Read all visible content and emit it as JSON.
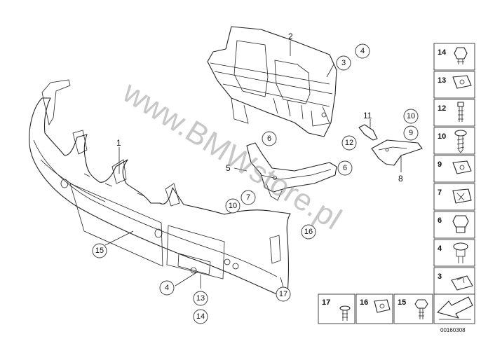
{
  "watermark": "www.BMWstore.pl",
  "document_id": "00160308",
  "labels": {
    "l1": "1",
    "l2": "2",
    "l5": "5",
    "l8": "8",
    "l11": "11"
  },
  "callouts": {
    "c3": "3",
    "c4a": "4",
    "c4b": "4",
    "c6a": "6",
    "c6b": "6",
    "c7": "7",
    "c9": "9",
    "c10a": "10",
    "c10b": "10",
    "c12": "12",
    "c13": "13",
    "c14": "14",
    "c15": "15",
    "c16": "16",
    "c17": "17"
  },
  "legend_right": [
    "14",
    "13",
    "12",
    "10",
    "9",
    "7",
    "6",
    "4",
    "3"
  ],
  "legend_bottom": [
    "17",
    "16",
    "15"
  ]
}
